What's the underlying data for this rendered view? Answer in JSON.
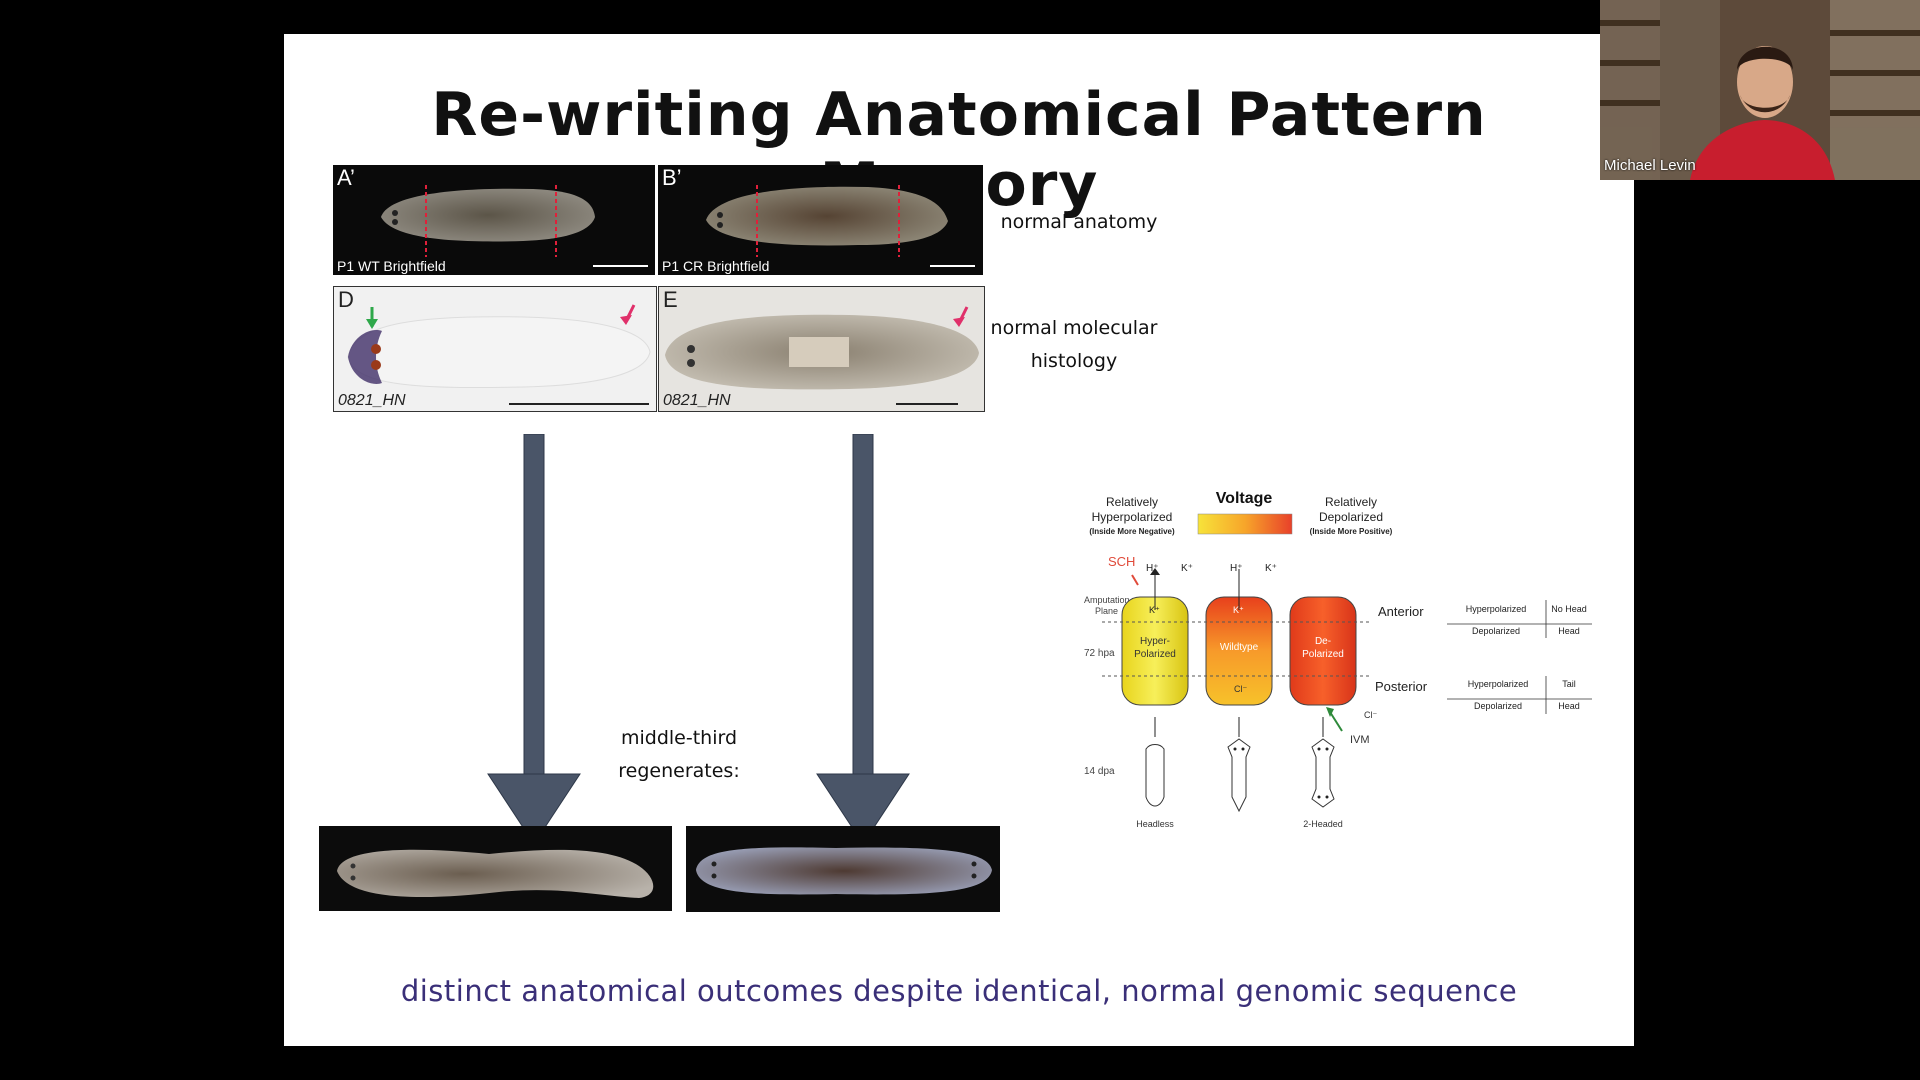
{
  "slide": {
    "title": "Re-writing Anatomical Pattern Memory",
    "panels": [
      {
        "label": "A’",
        "caption": "P1 WT Brightfield"
      },
      {
        "label": "B’",
        "caption": "P1 CR Brightfield"
      },
      {
        "label": "D",
        "caption": "0821_HN"
      },
      {
        "label": "E",
        "caption": "0821_HN"
      }
    ],
    "normal_anatomy": "normal anatomy",
    "molecular_line1": "normal molecular",
    "molecular_line2": "histology",
    "middle_line1": "middle-third",
    "middle_line2": "regenerates:",
    "caption": "distinct anatomical outcomes despite identical, normal genomic sequence"
  },
  "diagram": {
    "voltage": "Voltage",
    "hyper_line1": "Relatively",
    "hyper_line2": "Hyperpolarized",
    "hyper_line3": "(Inside More Negative)",
    "depol_line1": "Relatively",
    "depol_line2": "Depolarized",
    "depol_line3": "(Inside More Positive)",
    "sch": "SCH",
    "amputation1": "Amputation",
    "amputation2": "Plane",
    "hpa": "72 hpa",
    "dpa": "14 dpa",
    "col1_line1": "Hyper-",
    "col1_line2": "Polarized",
    "col2": "Wildtype",
    "col3_line1": "De-",
    "col3_line2": "Polarized",
    "h_plus": "H⁺",
    "k_plus": "K⁺",
    "cl_minus": "Cl⁻",
    "ivm": "IVM",
    "anterior": "Anterior",
    "posterior": "Posterior",
    "ant_row1_a": "Hyperpolarized",
    "ant_row1_b": "No Head",
    "ant_row2_a": "Depolarized",
    "ant_row2_b": "Head",
    "post_row1_a": "Hyperpolarized",
    "post_row1_b": "Tail",
    "post_row2_a": "Depolarized",
    "post_row2_b": "Head",
    "out1": "Headless",
    "out3": "2-Headed"
  },
  "webcam": {
    "name": "Michael Levin"
  },
  "colors": {
    "caption": "#3a2f78",
    "arrow": "#4a5568",
    "cut_line": "#e0203a"
  }
}
